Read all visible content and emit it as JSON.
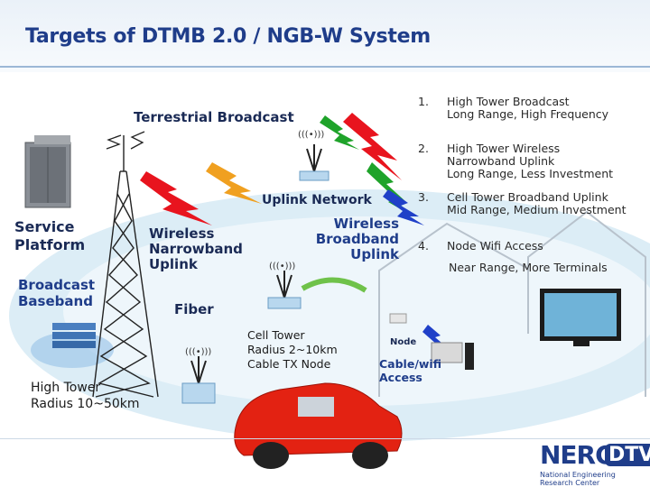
{
  "title": "Targets of DTMB 2.0 / NGB-W System",
  "labels": {
    "terrestrial_broadcast": "Terrestrial Broadcast",
    "service_platform": [
      "Service",
      "Platform"
    ],
    "broadcast_baseband": [
      "Broadcast",
      "Baseband"
    ],
    "wireless_narrowband_uplink": [
      "Wireless",
      "Narrowband",
      "Uplink"
    ],
    "uplink_network": "Uplink Network",
    "wireless_broadband_uplink": [
      "Wireless",
      "Broadband",
      "Uplink"
    ],
    "fiber": "Fiber",
    "cell_tower": [
      "Cell Tower",
      "Radius 2~10km",
      "Cable TX Node"
    ],
    "node": "Node",
    "cable_wifi_access": [
      "Cable/wifi",
      "Access"
    ],
    "high_tower": [
      "High Tower",
      "Radius 10~50km"
    ]
  },
  "targets": [
    {
      "num": "1.",
      "lines": [
        "High Tower Broadcast",
        "Long Range, High Frequency"
      ]
    },
    {
      "num": "2.",
      "lines": [
        "High Tower Wireless",
        "Narrowband Uplink",
        "Long Range, Less Investment"
      ]
    },
    {
      "num": "3.",
      "lines": [
        "Cell Tower Broadband Uplink",
        "Mid Range, Medium Investment"
      ]
    },
    {
      "num": "4.",
      "lines": [
        "Node Wifi Access",
        "",
        "Near Range, More Terminals"
      ]
    }
  ],
  "logo": {
    "brand": "NERC",
    "badge": "DTV",
    "subtitle": "National Engineering Research Center"
  },
  "colors": {
    "title": "#1f3d8a",
    "bolt_red": "#e8141e",
    "bolt_green": "#1fa32a",
    "bolt_blue": "#2040c8",
    "bolt_orange": "#f0a020",
    "ground": "#d9ecf5"
  }
}
